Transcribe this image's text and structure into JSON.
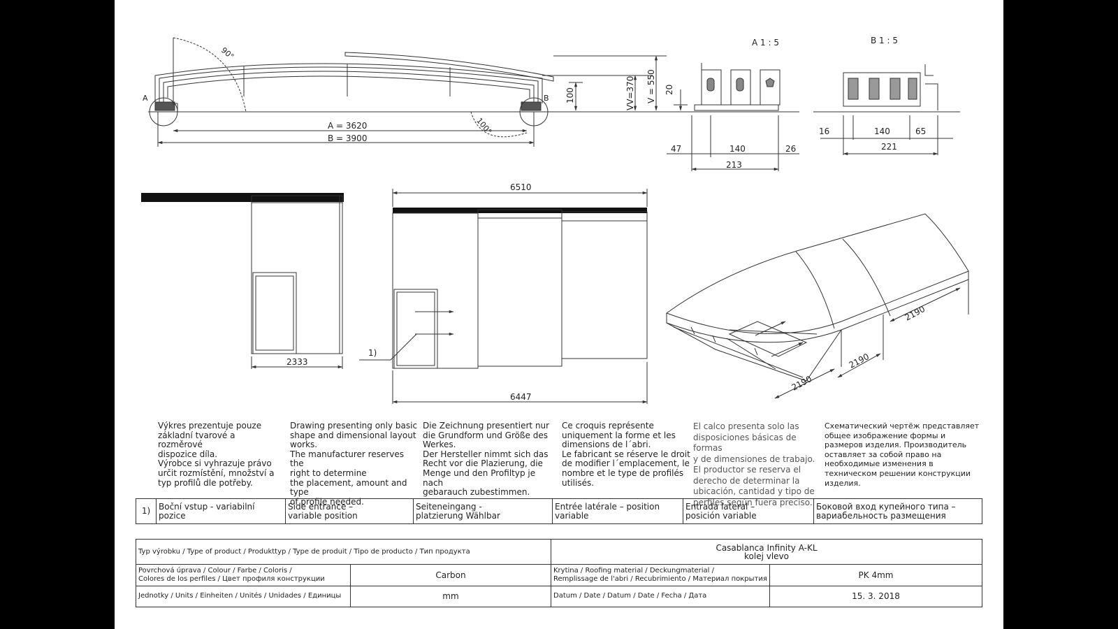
{
  "drawing": {
    "section_a_label": "A",
    "section_b_label": "B",
    "angle_90": "90°",
    "angle_100": "100°",
    "dim_A": "A = 3620",
    "dim_B": "B = 3900",
    "dim_100": "100",
    "dim_VV": "VV=370",
    "dim_V": "V = 550",
    "detail_a": {
      "title": "A 1 : 5",
      "dim_20": "20",
      "dim_47": "47",
      "dim_140": "140",
      "dim_26": "26",
      "dim_213": "213"
    },
    "detail_b": {
      "title": "B 1 : 5",
      "dim_16": "16",
      "dim_140": "140",
      "dim_65": "65",
      "dim_221": "221"
    },
    "side_view": {
      "dim_width": "2333"
    },
    "front_view": {
      "dim_top": "6510",
      "dim_bottom": "6447",
      "callout": "1)"
    },
    "iso_view": {
      "dim_1": "2190",
      "dim_2": "2190",
      "dim_3": "2190"
    }
  },
  "notes": {
    "cz": [
      "Výkres prezentuje pouze",
      "základní tvarové a rozměrové",
      "dispozice díla.",
      "Výrobce si vyhrazuje právo",
      "určit rozmístění, množství a",
      "typ profilů dle potřeby."
    ],
    "en": [
      "Drawing presenting only basic",
      "shape and dimensional layout",
      "works.",
      "The manufacturer reserves the",
      "right to determine",
      "the placement, amount and type",
      "of profile needed."
    ],
    "de": [
      "Die Zeichnung presentiert nur",
      "die Grundform und Größe des",
      "Werkes.",
      "Der Hersteller nimmt sich das",
      "Recht vor die Plazierung, die",
      "Menge und den Profiltyp je nach",
      "gebarauch zubestimmen."
    ],
    "fr": [
      "Ce croquis représente",
      "uniquement la forme et les",
      "dimensions de l´abri.",
      "Le fabricant se réserve le droit",
      "de modifier l´emplacement, le",
      "nombre et le type de profilés",
      "utilisés."
    ],
    "es": [
      "El calco presenta solo las",
      "disposiciones básicas de formas",
      "y de dimensiones de trabajo.",
      "El productor se reserva el",
      "derecho de determinar la",
      "ubicación, cantidad y tipo de",
      "perfiles según fuera preciso."
    ],
    "ru": [
      "Схематический чертёж представляет",
      "общее изображение формы и",
      "размеров изделия. Производитель",
      "оставляет за собой право на",
      "необходимые изменения в",
      "техническом решении конструкции",
      "изделия."
    ]
  },
  "legend": {
    "number": "1)",
    "cz": "Boční vstup - variabilní pozice",
    "en": [
      "Side entrance –",
      "variable position"
    ],
    "de": [
      "Seiteneingang -",
      "platzierung Wählbar"
    ],
    "fr": [
      "Entrée latérale – position",
      "variable"
    ],
    "es": [
      "Entrada lateral –",
      "posición variable"
    ],
    "ru": [
      "Боковой вход купейного типа –",
      "вариабельность размещения"
    ]
  },
  "title_block": {
    "product_type_label": "Typ výrobku / Type of product / Produkttyp / Type de produit / Tipo de producto / Тип продукта",
    "product_name": [
      "Casablanca Infinity A-KL",
      "kolej vlevo"
    ],
    "colour_label": [
      "Povrchová úprava / Colour / Farbe / Coloris /",
      "Colores de los perfiles / Цвет профиля конструкции"
    ],
    "colour_value": "Carbon",
    "roofing_label": [
      "Krytina / Roofing material / Deckungmaterial /",
      "Remplissage de l'abri / Recubrimiento / Материал покрытия"
    ],
    "roofing_value": "PK 4mm",
    "units_label": "Jednotky / Units / Einheiten / Unités / Unidades / Единицы",
    "units_value": "mm",
    "date_label": "Datum / Date / Datum / Date / Fecha / Дата",
    "date_value": "15. 3. 2018"
  }
}
